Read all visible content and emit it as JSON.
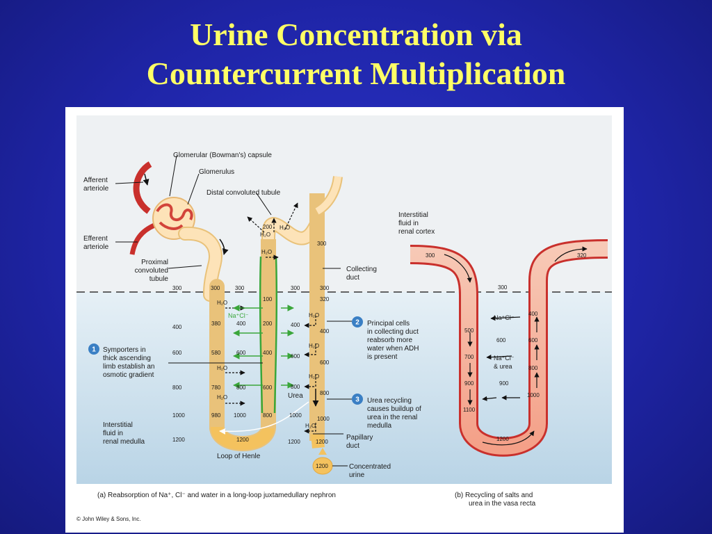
{
  "title": {
    "line1": "Urine Concentration via",
    "line2": "Countercurrent Multiplication"
  },
  "labels": {
    "glomerular_capsule": "Glomerular (Bowman's) capsule",
    "glomerulus": "Glomerulus",
    "distal_tubule": "Distal convoluted tubule",
    "afferent_1": "Afferent",
    "afferent_2": "arteriole",
    "efferent_1": "Efferent",
    "efferent_2": "arteriole",
    "proximal_1": "Proximal",
    "proximal_2": "convoluted",
    "proximal_3": "tubule",
    "collecting_1": "Collecting",
    "collecting_2": "duct",
    "cortex_1": "Interstitial",
    "cortex_2": "fluid in",
    "cortex_3": "renal cortex",
    "medulla_1": "Interstitial",
    "medulla_2": "fluid in",
    "medulla_3": "renal medulla",
    "loop": "Loop of Henle",
    "papillary_1": "Papillary",
    "papillary_2": "duct",
    "urine_1": "Concentrated",
    "urine_2": "urine",
    "urea": "Urea",
    "nacl_green": "Na⁺Cl⁻",
    "vasa_nacl1": "Na⁺Cl⁻",
    "vasa_nacl2": "Na⁺Cl⁻",
    "vasa_urea": "& urea",
    "water": "H₂O"
  },
  "callouts": {
    "c1_num": "1",
    "c1_l1": "Symporters in",
    "c1_l2": "thick ascending",
    "c1_l3": "limb establish an",
    "c1_l4": "osmotic gradient",
    "c2_num": "2",
    "c2_l1": "Principal cells",
    "c2_l2": "in collecting duct",
    "c2_l3": "reabsorb more",
    "c2_l4": "water when ADH",
    "c2_l5": "is present",
    "c3_num": "3",
    "c3_l1": "Urea recycling",
    "c3_l2": "causes buildup of",
    "c3_l3": "urea in the renal",
    "c3_l4": "medulla"
  },
  "osmolarity": {
    "ec300": "300",
    "dl300": "300",
    "al300": "300",
    "id300": "300",
    "cd300": "300",
    "dt200": "200",
    "dt_top300": "300",
    "al100": "100",
    "cd320": "320",
    "ec400": "400",
    "dl380": "380",
    "dl400": "400",
    "al200": "200",
    "id400": "400",
    "cd400": "400",
    "ec600": "600",
    "dl580": "580",
    "dl600": "600",
    "al400": "400",
    "id600": "600",
    "cd600": "600",
    "ec800": "800",
    "dl780": "780",
    "dl800": "800",
    "al600": "600",
    "id800": "800",
    "cd800": "800",
    "ec1000": "1000",
    "dl980": "980",
    "dl1000": "1000",
    "al800": "800",
    "id1000": "1000",
    "cd1000": "1000",
    "ec1200": "1200",
    "loop1200": "1200",
    "id1200": "1200",
    "cd1200": "1200",
    "urine1200": "1200",
    "v300": "300",
    "v320": "320",
    "v_int300": "300",
    "v400": "400",
    "v500": "500",
    "v600": "600",
    "v_mid600": "600",
    "v700": "700",
    "v800": "800",
    "v900": "900",
    "v_mid900": "900",
    "v1000": "1000",
    "v1100": "1100",
    "v1200": "1200"
  },
  "captions": {
    "a": "(a) Reabsorption of Na⁺, Cl⁻ and water in a long-loop juxtamedullary nephron",
    "b1": "(b) Recycling of salts and",
    "b2": "urea in the vasa recta",
    "copyright": "© John Wiley & Sons, Inc."
  },
  "colors": {
    "title": "#ffff66",
    "tubule": "#fde3b8",
    "tubule_deep": "#f5c46a",
    "artery": "#d9362b",
    "green": "#3aa63a",
    "callout": "#3a7fc4"
  }
}
